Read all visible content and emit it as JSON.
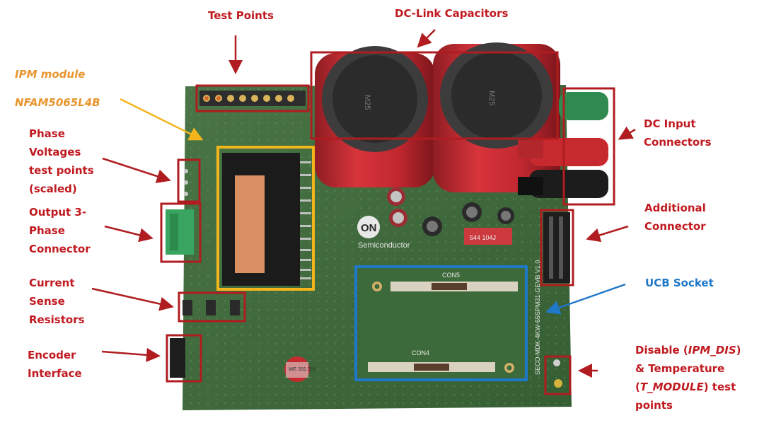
{
  "labels": {
    "test_points": "Test Points",
    "dc_link": "DC-Link Capacitors",
    "ipm_module": "IPM module",
    "ipm_part": "NFAM5065L4B",
    "phase_voltages": [
      "Phase",
      "Voltages",
      "test points",
      "(scaled)"
    ],
    "output_3phase": [
      "Output 3-",
      "Phase",
      "Connector"
    ],
    "current_sense": [
      "Current",
      "Sense",
      "Resistors"
    ],
    "encoder": [
      "Encoder",
      "Interface"
    ],
    "dc_input": [
      "DC Input",
      "Connectors"
    ],
    "additional": [
      "Additional",
      "Connector"
    ],
    "ucb_socket": "UCB Socket",
    "disable_temp": {
      "l1a": "Disable (",
      "l1i": "IPM_DIS",
      "l1b": ")",
      "l2": "& Temperature",
      "l3a": "(",
      "l3i": "T_MODULE",
      "l3b": ") test",
      "l4": "points"
    }
  },
  "board_text": {
    "logo": "ON",
    "semiconductor": "Semiconductor",
    "con5": "CON5",
    "con4": "CON4",
    "cap_mark": "M25",
    "board_name": "SECO-MDK-4KW-65SPM31-GEVB V1.0",
    "resistor_mark": "544 104J",
    "small_cap_mark": "WE 331 35V"
  },
  "colors": {
    "annotation_red": "#b01c20",
    "annotation_yellow": "#f2b51c",
    "annotation_blue": "#1f78c8",
    "pcb_green": "#3f6a3c"
  }
}
